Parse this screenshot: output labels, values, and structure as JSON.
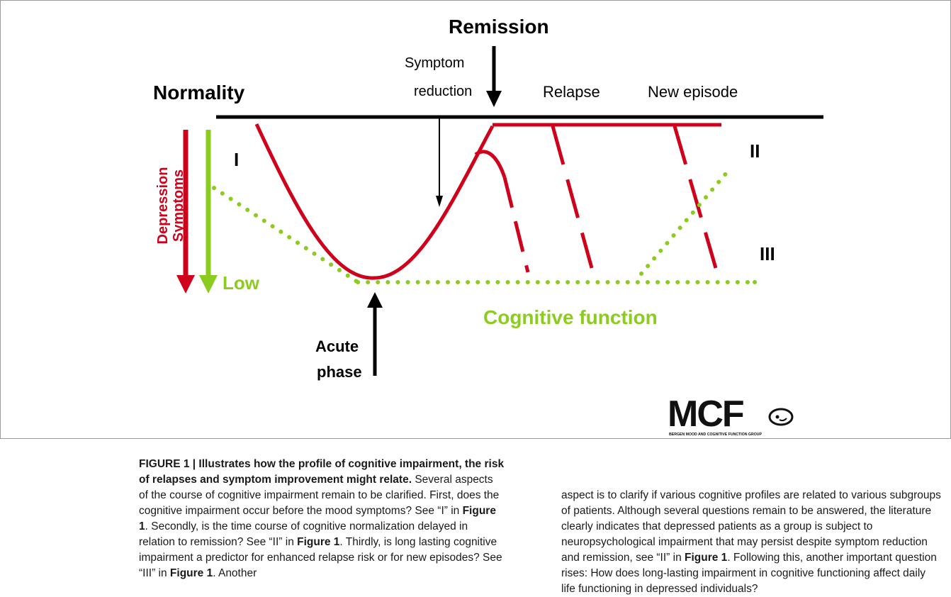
{
  "diagram": {
    "remission_label": "Remission",
    "symptom_reduction_line1": "Symptom",
    "symptom_reduction_line2": "reduction",
    "normality_label": "Normality",
    "relapse_label": "Relapse",
    "new_episode_label": "New episode",
    "depression_symptoms_line1": "Depression",
    "depression_symptoms_line2": "Symptoms",
    "marker_I": "I",
    "marker_II": "II",
    "marker_III": "III",
    "low_label": "Low",
    "cognitive_function_label": "Cognitive function",
    "acute_phase_line1": "Acute",
    "acute_phase_line2": "phase",
    "colors": {
      "depression": "#d0021b",
      "cognition": "#8ccc1e",
      "axis": "#000000"
    }
  },
  "logo": {
    "text": "MCF",
    "subtitle": "BERGEN MOOD AND COGNITIVE FUNCTION GROUP"
  },
  "caption": {
    "figure_label": "FIGURE 1 | Illustrates how the profile of cognitive impairment, the risk of relapses and symptom improvement might relate.",
    "left_c1": " Several aspects of the course of cognitive impairment remain to be clarified. First, does the cognitive impairment occur before the mood symptoms? See “I” in ",
    "fig_ref_1": "Figure 1",
    "left_c2": ". Secondly, is the time course of cognitive normalization delayed in relation to remission? See “II” in ",
    "fig_ref_2": "Figure 1",
    "left_c3": ". Thirdly, is long lasting cognitive impairment a predictor for enhanced relapse risk or for new episodes? See “III” in ",
    "fig_ref_3": "Figure 1",
    "left_c4": ". Another",
    "right_c1": "aspect is to clarify if various cognitive profiles are related to various subgroups of patients. Although several questions remain to be answered, the literature clearly indicates that depressed patients as a group is subject to neuropsychological impairment that may persist despite symptom reduction and remission, see “II” in ",
    "fig_ref_4": "Figure 1",
    "right_c2": ". Following this, another important question rises: How does long-lasting impairment in cognitive functioning affect daily life functioning in depressed individuals?"
  }
}
